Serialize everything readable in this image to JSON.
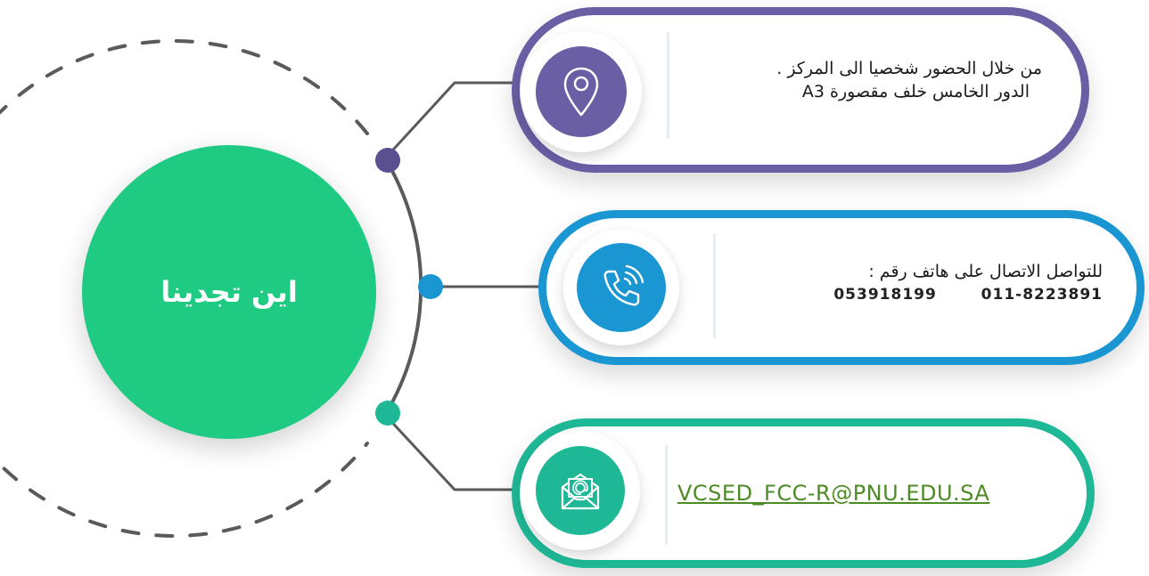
{
  "hub": {
    "title": "اين تجدينا"
  },
  "cards": {
    "location": {
      "icon": "location-pin-icon",
      "line1": "من خلال الحضور شخصيا الى المركز .",
      "line2": "الدور الخامس خلف مقصورة A3",
      "color": "#6a5ea4"
    },
    "phone": {
      "icon": "phone-call-icon",
      "line1": "للتواصل الاتصال على  هاتف رقم :",
      "phone_1": "011-8223891",
      "phone_2": "053918199",
      "color": "#1a96d2"
    },
    "email": {
      "icon": "email-envelope-icon",
      "address": "VCSED_FCC-R@PNU.EDU.SA",
      "color": "#1fb896",
      "link_color": "#4d8b24"
    }
  },
  "colors": {
    "hub": "#1fca82",
    "connector": "#555555",
    "dot_purple": "#5a4f90",
    "dot_blue": "#1a96d2",
    "dot_green": "#1fb896"
  }
}
